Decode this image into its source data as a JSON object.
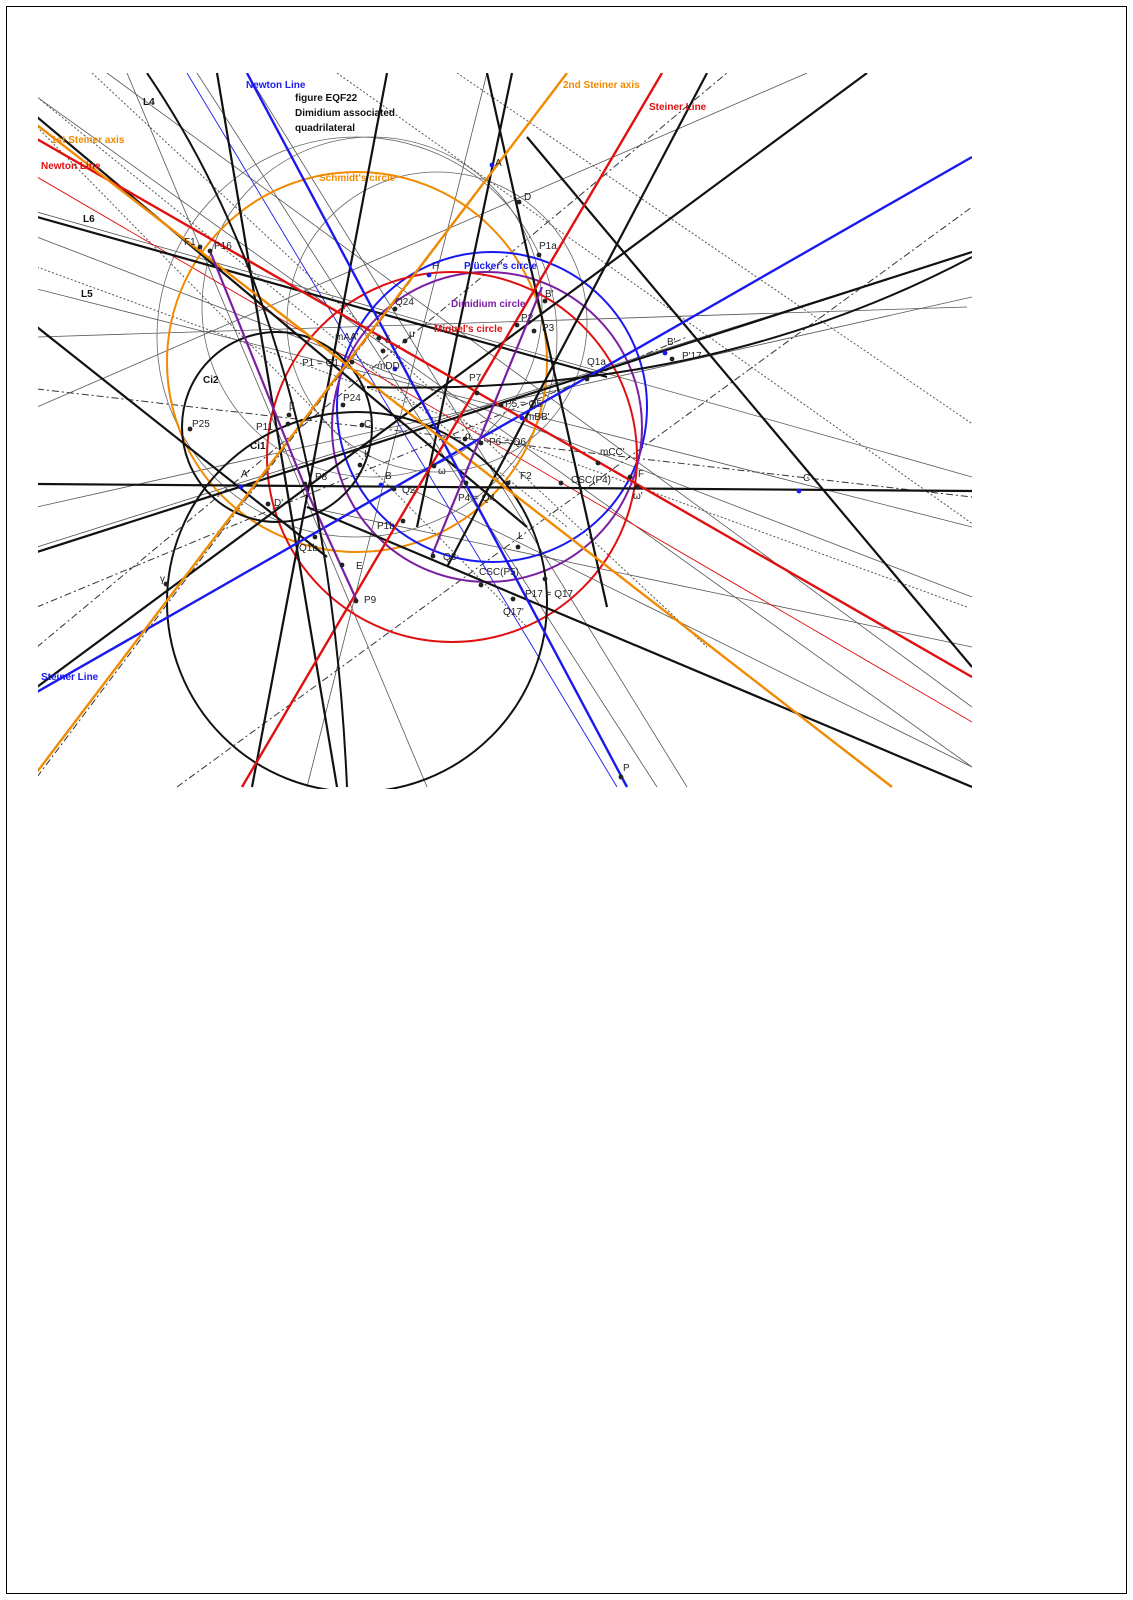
{
  "figure": {
    "caption": [
      "figure EQF22",
      "Dimidium associated",
      "quadrilateral"
    ]
  },
  "colors": {
    "black": "#111111",
    "red": "#e01010",
    "blue": "#1a1aee",
    "orange": "#f08a00",
    "purple": "#7a1fa2",
    "gray": "#666666"
  },
  "line_labels": [
    {
      "id": "newton-line-top",
      "text": "Newton Line",
      "color": "blue"
    },
    {
      "id": "second-steiner-axis",
      "text": "2nd Steiner axis",
      "color": "orange"
    },
    {
      "id": "steiner-line-top",
      "text": "Steiner Line",
      "color": "red"
    },
    {
      "id": "first-steiner-axis",
      "text": "1st Steiner axis",
      "color": "orange"
    },
    {
      "id": "newton-line-left",
      "text": "Newton Line",
      "color": "red"
    },
    {
      "id": "steiner-line-left",
      "text": "Steiner Line",
      "color": "blue"
    },
    {
      "id": "l4",
      "text": "L4",
      "color": "black"
    },
    {
      "id": "l6",
      "text": "L6",
      "color": "black"
    },
    {
      "id": "l5",
      "text": "L5",
      "color": "black"
    }
  ],
  "circle_labels": [
    {
      "id": "schmidt",
      "text": "Schmidt's circle",
      "color": "orange"
    },
    {
      "id": "plucker",
      "text": "Plücker's circle",
      "color": "blue"
    },
    {
      "id": "dimidium",
      "text": "Dimidium circle",
      "color": "purple"
    },
    {
      "id": "miquel",
      "text": "Miquel's circle",
      "color": "red"
    },
    {
      "id": "ci2",
      "text": "Ci2",
      "color": "black"
    },
    {
      "id": "ci1",
      "text": "Ci1",
      "color": "black"
    }
  ],
  "points": [
    {
      "id": "A",
      "text": "A",
      "color": "blue"
    },
    {
      "id": "D",
      "text": "D",
      "color": "black"
    },
    {
      "id": "H",
      "text": "H",
      "color": "blue"
    },
    {
      "id": "P1a",
      "text": "P1a",
      "color": "black"
    },
    {
      "id": "Bp",
      "text": "B'",
      "color": "black"
    },
    {
      "id": "Q24",
      "text": "Q24",
      "color": "black"
    },
    {
      "id": "P2",
      "text": "P2",
      "color": "black"
    },
    {
      "id": "P3",
      "text": "P3",
      "color": "black"
    },
    {
      "id": "F1",
      "text": "F1",
      "color": "black"
    },
    {
      "id": "P16",
      "text": "P16",
      "color": "black"
    },
    {
      "id": "mAA",
      "text": "mAA'",
      "color": "black"
    },
    {
      "id": "mu",
      "text": "μ",
      "color": "black"
    },
    {
      "id": "delta",
      "text": "δ",
      "color": "black"
    },
    {
      "id": "P1Q1",
      "text": "P1 = Q1",
      "color": "black"
    },
    {
      "id": "mDD",
      "text": "mDD'",
      "color": "blue"
    },
    {
      "id": "Bpp",
      "text": "B'",
      "color": "blue"
    },
    {
      "id": "Pp17",
      "text": "P'17",
      "color": "black"
    },
    {
      "id": "Q1a",
      "text": "Q1a",
      "color": "black"
    },
    {
      "id": "P7",
      "text": "P7",
      "color": "black"
    },
    {
      "id": "P5Q5",
      "text": "P5 = Q5",
      "color": "black"
    },
    {
      "id": "mBB",
      "text": "mBB'",
      "color": "blue"
    },
    {
      "id": "P24",
      "text": "P24",
      "color": "black"
    },
    {
      "id": "P11",
      "text": "P11",
      "color": "black"
    },
    {
      "id": "beta",
      "text": "β",
      "color": "black"
    },
    {
      "id": "P25",
      "text": "P25",
      "color": "black"
    },
    {
      "id": "Cp",
      "text": "C'",
      "color": "black"
    },
    {
      "id": "alpha",
      "text": "α",
      "color": "black"
    },
    {
      "id": "P6Q6",
      "text": "P6 = Q6",
      "color": "black"
    },
    {
      "id": "mCC",
      "text": "mCC'",
      "color": "black"
    },
    {
      "id": "Ap",
      "text": "A'",
      "color": "blue"
    },
    {
      "id": "P8",
      "text": "P8",
      "color": "black"
    },
    {
      "id": "K",
      "text": "K",
      "color": "black"
    },
    {
      "id": "B",
      "text": "B",
      "color": "blue"
    },
    {
      "id": "Q2",
      "text": "Q2",
      "color": "black"
    },
    {
      "id": "omega",
      "text": "ω",
      "color": "black"
    },
    {
      "id": "P4Q4",
      "text": "P4 = Q4",
      "color": "black"
    },
    {
      "id": "F2",
      "text": "F2",
      "color": "black"
    },
    {
      "id": "CSCP4",
      "text": "CSC(P4)",
      "color": "black"
    },
    {
      "id": "F",
      "text": "F",
      "color": "black"
    },
    {
      "id": "omegap",
      "text": "ω'",
      "color": "black"
    },
    {
      "id": "C",
      "text": "C",
      "color": "blue"
    },
    {
      "id": "Dp",
      "text": "D'",
      "color": "black"
    },
    {
      "id": "P1b",
      "text": "P1b",
      "color": "black"
    },
    {
      "id": "Q1b",
      "text": "Q1b",
      "color": "black"
    },
    {
      "id": "E",
      "text": "E",
      "color": "black"
    },
    {
      "id": "Q3",
      "text": "Q3",
      "color": "black"
    },
    {
      "id": "L",
      "text": "L",
      "color": "black"
    },
    {
      "id": "CSCP5",
      "text": "CSC(P5)",
      "color": "black"
    },
    {
      "id": "P17Q17",
      "text": "P17 = Q17",
      "color": "black"
    },
    {
      "id": "Q17p",
      "text": "Q17'",
      "color": "black"
    },
    {
      "id": "P9",
      "text": "P9",
      "color": "black"
    },
    {
      "id": "gamma",
      "text": "γ",
      "color": "black"
    },
    {
      "id": "Pbottom",
      "text": "P",
      "color": "black"
    }
  ]
}
